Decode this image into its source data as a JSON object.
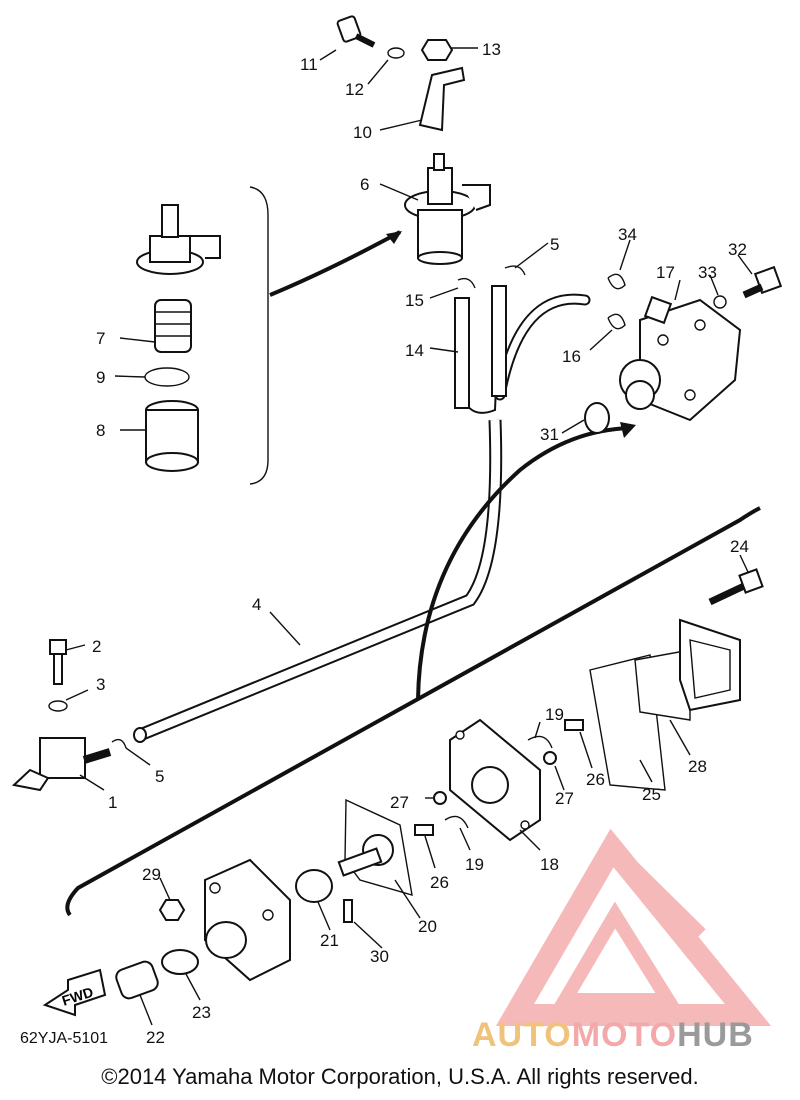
{
  "diagram": {
    "part_numbers": [
      "1",
      "2",
      "3",
      "4",
      "5",
      "5",
      "6",
      "7",
      "8",
      "9",
      "10",
      "11",
      "12",
      "13",
      "14",
      "15",
      "16",
      "17",
      "18",
      "19",
      "19",
      "20",
      "21",
      "22",
      "23",
      "24",
      "25",
      "26",
      "26",
      "27",
      "27",
      "28",
      "29",
      "30",
      "31",
      "32",
      "33",
      "34"
    ],
    "diagram_code": "62YJA-5101",
    "fwd_label": "FWD",
    "copyright": "©2014 Yamaha Motor Corporation, U.S.A. All rights reserved.",
    "watermark": {
      "part1": "AUTO",
      "part2": "MOTO",
      "part3": "HUB"
    },
    "colors": {
      "ink": "#111111",
      "watermark_red": "#f08080",
      "watermark_gold": "#f1c27a",
      "watermark_gray": "#9a9a9a"
    }
  }
}
